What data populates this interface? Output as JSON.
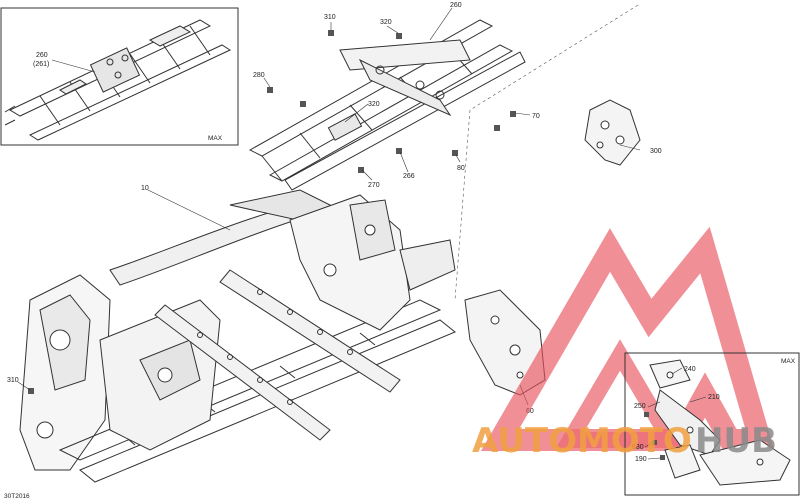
{
  "diagram": {
    "reference_code": "30T2016",
    "inset_top_left": {
      "title": "MAX",
      "callouts": [
        "260",
        "(261)"
      ]
    },
    "inset_bottom_right": {
      "title": "MAX",
      "callouts": [
        "240",
        "250",
        "210",
        "630",
        "190"
      ]
    },
    "callouts": {
      "c310_top": "310",
      "c320_top": "320",
      "c280": "280",
      "c260_main": "260",
      "c320_mid": "320",
      "c70": "70",
      "c300": "300",
      "c80": "80",
      "c266": "266",
      "c270": "270",
      "c10": "10",
      "c60": "60",
      "c310_left": "310"
    }
  },
  "watermark": {
    "text_orange": "AUTOMOTO",
    "text_gray": "HUB",
    "color_primary": "#e8505b",
    "color_orange": "#f0a040",
    "color_gray": "#8a8a8a"
  }
}
